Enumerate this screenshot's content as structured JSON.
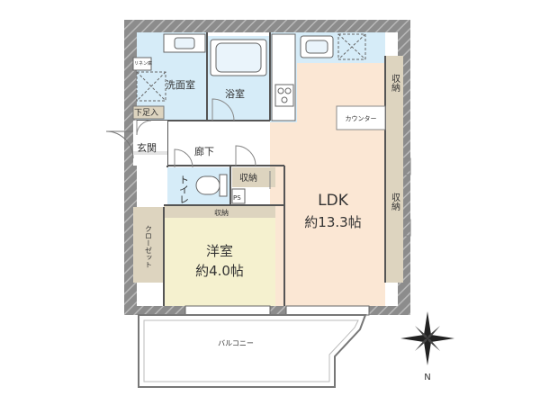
{
  "rooms": {
    "ldk": {
      "name": "LDK",
      "size": "約13.3帖"
    },
    "western": {
      "name": "洋室",
      "size": "約4.0帖"
    },
    "washroom": "洗面室",
    "bath": "浴室",
    "entrance": "玄関",
    "hallway": "廊下",
    "toilet": "トイレ",
    "closet": "クローゼット",
    "balcony": "バルコニー"
  },
  "storage": {
    "top_right": "収納",
    "right_mid": "収納",
    "hall": "収納",
    "western_top": "収納",
    "shoe": "下足入"
  },
  "fixtures": {
    "counter": "カウンター",
    "ps": "PS",
    "small_label": "リネン庫"
  },
  "compass": {
    "north": "N"
  },
  "colors": {
    "wall": "#8c8c8c",
    "wall_hatch": "#b4b4b4",
    "ldk_floor": "#fbe7d4",
    "western_floor": "#f5f1cf",
    "wet_floor": "#d6ecf8",
    "storage_floor": "#ddd4bf",
    "plain_floor": "#ffffff"
  }
}
